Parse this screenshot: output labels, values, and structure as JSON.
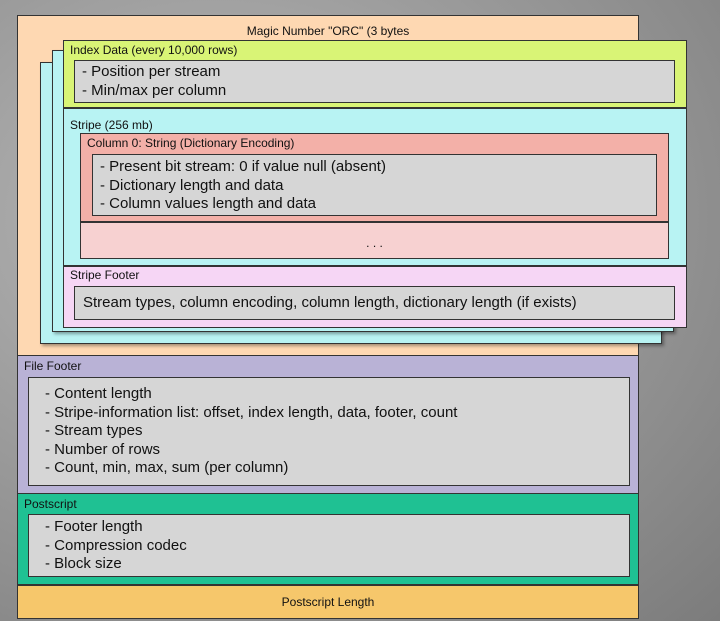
{
  "magic": {
    "title": "Magic Number \"ORC\" (3 bytes"
  },
  "index": {
    "title": "Index Data (every 10,000 rows)",
    "lines": [
      "- Position per stream",
      "- Min/max per column"
    ]
  },
  "stripe": {
    "title": "Stripe (256 mb)",
    "column": {
      "title": "Column 0: String (Dictionary Encoding)",
      "lines": [
        "- Present bit stream: 0 if value null (absent)",
        "- Dictionary length and data",
        "- Column values length and data"
      ]
    },
    "more": ". . ."
  },
  "stripe_footer": {
    "title": "Stripe Footer",
    "text": "Stream types, column encoding, column length, dictionary length (if exists)"
  },
  "file_footer": {
    "title": "File Footer",
    "lines": [
      "- Content length",
      "- Stripe-information list: offset, index length, data, footer, count",
      "- Stream types",
      "- Number of rows",
      "- Count, min, max, sum (per column)"
    ]
  },
  "postscript": {
    "title": "Postscript",
    "lines": [
      "- Footer length",
      "- Compression codec",
      "- Block size"
    ]
  },
  "postscript_length": {
    "title": "Postscript Length"
  }
}
